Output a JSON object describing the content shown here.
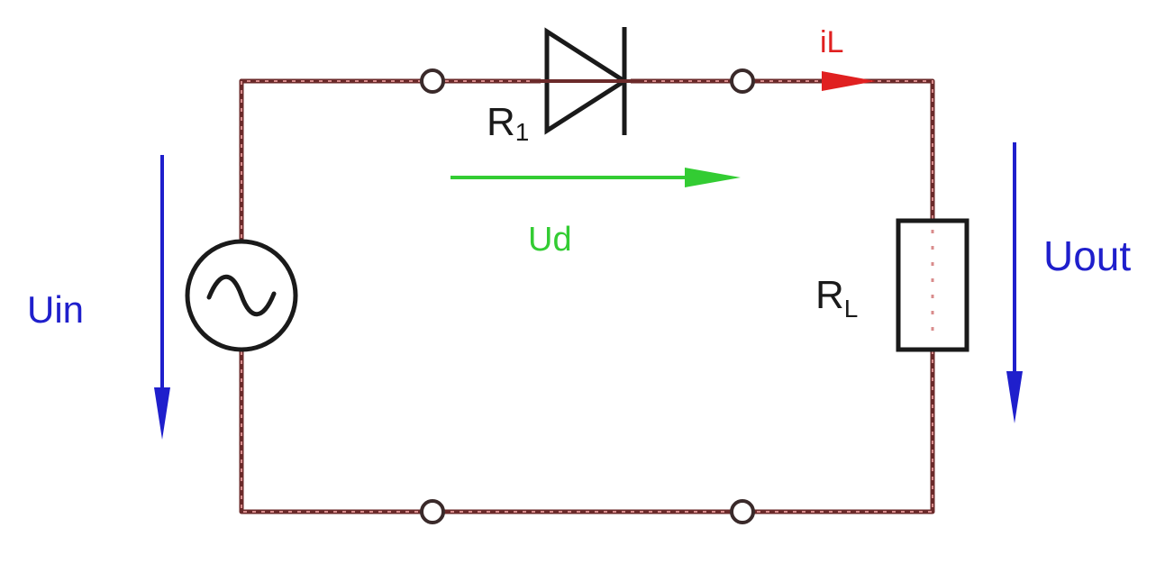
{
  "labels": {
    "input_voltage": "Uin",
    "output_voltage": "Uout",
    "diode_voltage": "Ud",
    "load_current": "iL",
    "diode_ref": "R",
    "diode_ref_sub": "1",
    "load_ref": "R",
    "load_ref_sub": "L"
  },
  "colors": {
    "wire": "#6b2a2a",
    "voltage_arrow": "#1f1fcc",
    "diode_voltage_arrow": "#33cc33",
    "current_arrow": "#e02020",
    "symbol": "#1a1a1a"
  },
  "icons": {
    "source": "ac-source-icon",
    "diode": "diode-icon",
    "load": "resistor-icon"
  }
}
